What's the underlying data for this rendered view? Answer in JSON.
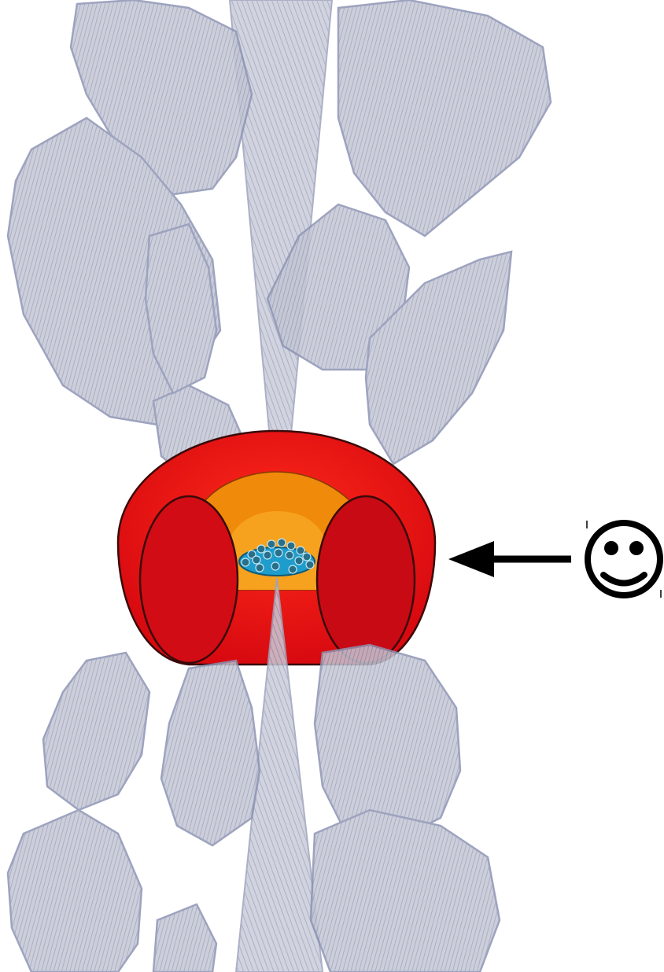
{
  "figure": {
    "symbols": {
      "observer": "smiley-face-icon",
      "line_of_sight": "arrow-left-icon"
    },
    "components": [
      "polar-jet-cone",
      "dusty-clouds",
      "obscuring-torus",
      "inner-torus",
      "accretion-disk",
      "disk-clumps"
    ],
    "colors": {
      "torus_outer": "#e81010",
      "torus_section": "#c80a14",
      "torus_inner": "#f08a0a",
      "accretion_disk": "#1e9ccc",
      "clumps": "#2a6f8a",
      "cloud_stroke": "#8c93b4",
      "cloud_fill": "#bcc0d2",
      "jet_fill": "#b8bccc",
      "outline": "#1a1a1a"
    }
  }
}
